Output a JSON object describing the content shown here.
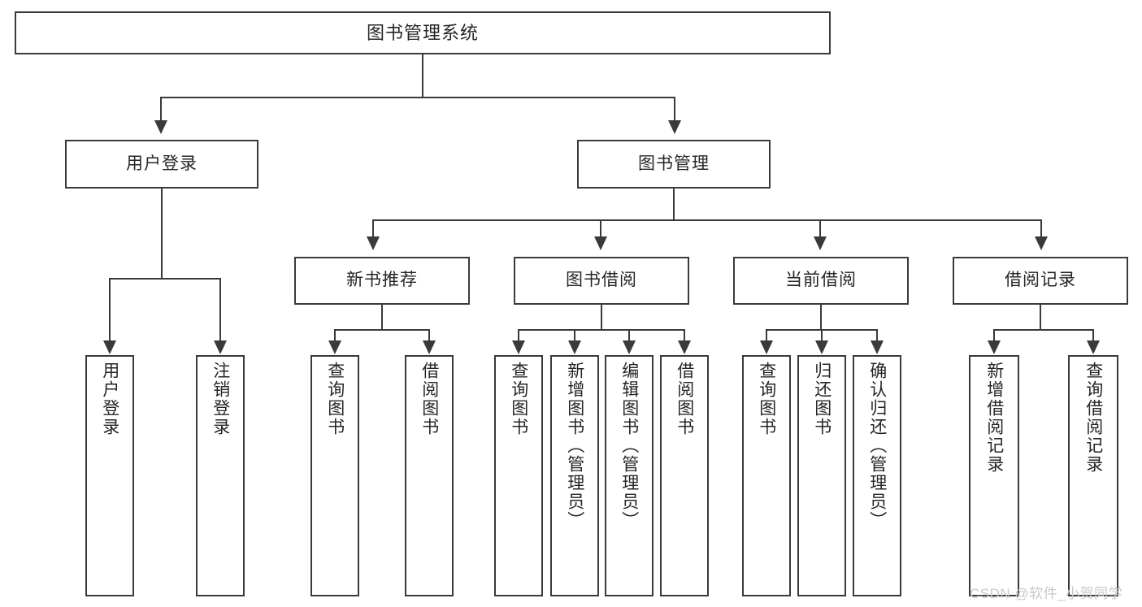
{
  "diagram": {
    "type": "tree",
    "title": "图书管理系统",
    "root": {
      "label": "图书管理系统"
    },
    "level2": [
      {
        "label": "用户登录"
      },
      {
        "label": "图书管理"
      }
    ],
    "level3": [
      {
        "label": "新书推荐"
      },
      {
        "label": "图书借阅"
      },
      {
        "label": "当前借阅"
      },
      {
        "label": "借阅记录"
      }
    ],
    "leaves": {
      "user_login": [
        {
          "label": "用户登录"
        },
        {
          "label": "注销登录"
        }
      ],
      "new_book_recommend": [
        {
          "label": "查询图书"
        },
        {
          "label": "借阅图书"
        }
      ],
      "book_borrow": [
        {
          "label": "查询图书"
        },
        {
          "label": "新增图书（管理员）"
        },
        {
          "label": "编辑图书（管理员）"
        },
        {
          "label": "借阅图书"
        }
      ],
      "current_borrow": [
        {
          "label": "查询图书"
        },
        {
          "label": "归还图书"
        },
        {
          "label": "确认归还（管理员）"
        }
      ],
      "borrow_record": [
        {
          "label": "新增借阅记录"
        },
        {
          "label": "查询借阅记录"
        }
      ]
    }
  },
  "watermark": {
    "text": "CSDN @软件_小贺同学"
  },
  "colors": {
    "stroke": "#3a3a3a",
    "box_fill": "#ffffff",
    "text": "#262626",
    "watermark": "#c9c9c9"
  }
}
